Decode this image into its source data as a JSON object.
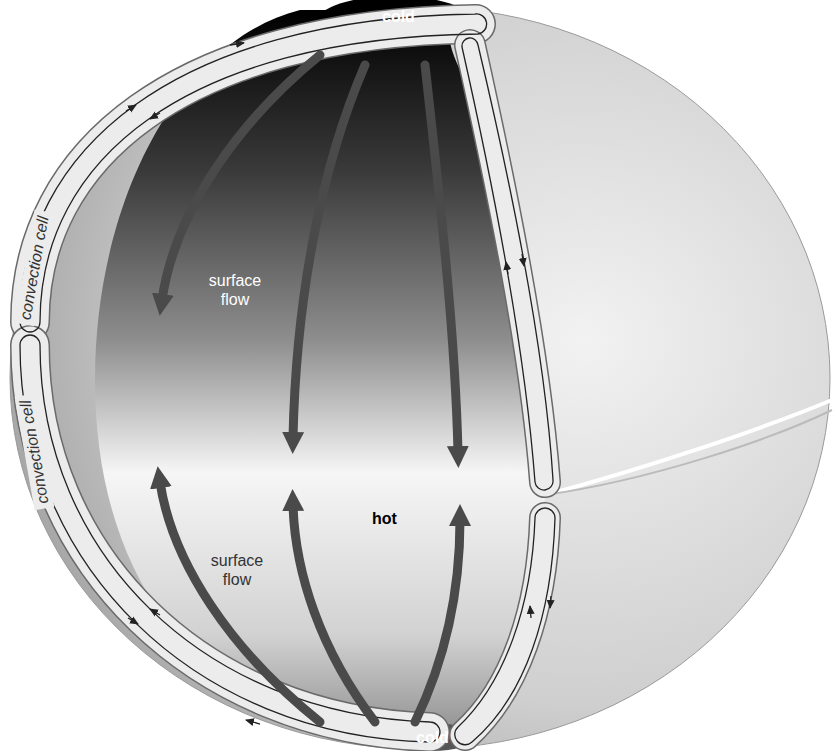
{
  "diagram": {
    "nodes": [
      {
        "text": [
          "convection cell"
        ]
      },
      {
        "text": [
          "convection cell"
        ]
      }
    ],
    "labels": [
      "cold",
      "surface flow",
      "hot",
      "surface flow",
      "cold"
    ]
  }
}
